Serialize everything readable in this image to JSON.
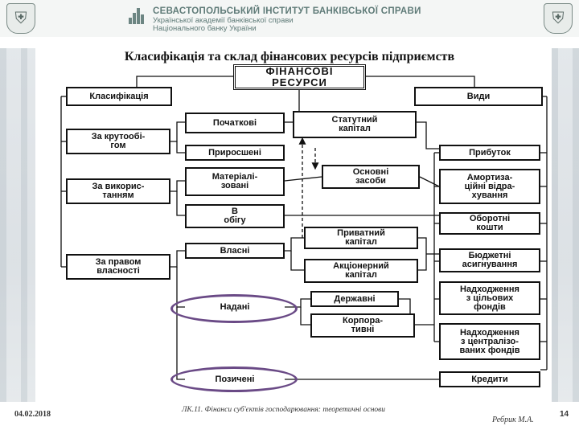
{
  "header": {
    "institute_name": "СЕВАСТОПОЛЬСЬКИЙ ІНСТИТУТ БАНКІВСЬКОЇ СПРАВИ",
    "line2": "Української академії банківської справи",
    "line3": "Національного банку України"
  },
  "slide": {
    "title": "Класифікація та склад фінансових ресурсів підприємств"
  },
  "diagram": {
    "root": "ФІНАНСОВІ\nРЕСУРСИ",
    "classification_header": "Класифікація",
    "types_header": "Види",
    "criteria": [
      "За крутообі-\nгом",
      "За викорис-\nтанням",
      "За правом\nвласності"
    ],
    "categories": [
      "Початкові",
      "Приросшені",
      "Матеріалі-\nзовані",
      "В\nобігу",
      "Власні",
      "Надані",
      "Позичені"
    ],
    "middle": [
      "Статутний\nкапітал",
      "Основні\nзасоби",
      "Приватний\nкапітал",
      "Акціонерний\nкапітал",
      "Державні",
      "Корпора-\nтивні"
    ],
    "types": [
      "Прибуток",
      "Амортиза-\nційні відра-\nхування",
      "Оборотні\nкошти",
      "Бюджетні\nасигнування",
      "Надходження\nз цільових\nфондів",
      "Надходження\nз централізо-\nваних фондів",
      "Кредити"
    ],
    "highlight_color": "#6a4a86"
  },
  "footer": {
    "date": "04.02.2018",
    "lecture": "ЛК.11. Фінанси суб'єктів господарювання: теоретичні основи",
    "author": "Ребрик М.А.",
    "page": "14"
  }
}
